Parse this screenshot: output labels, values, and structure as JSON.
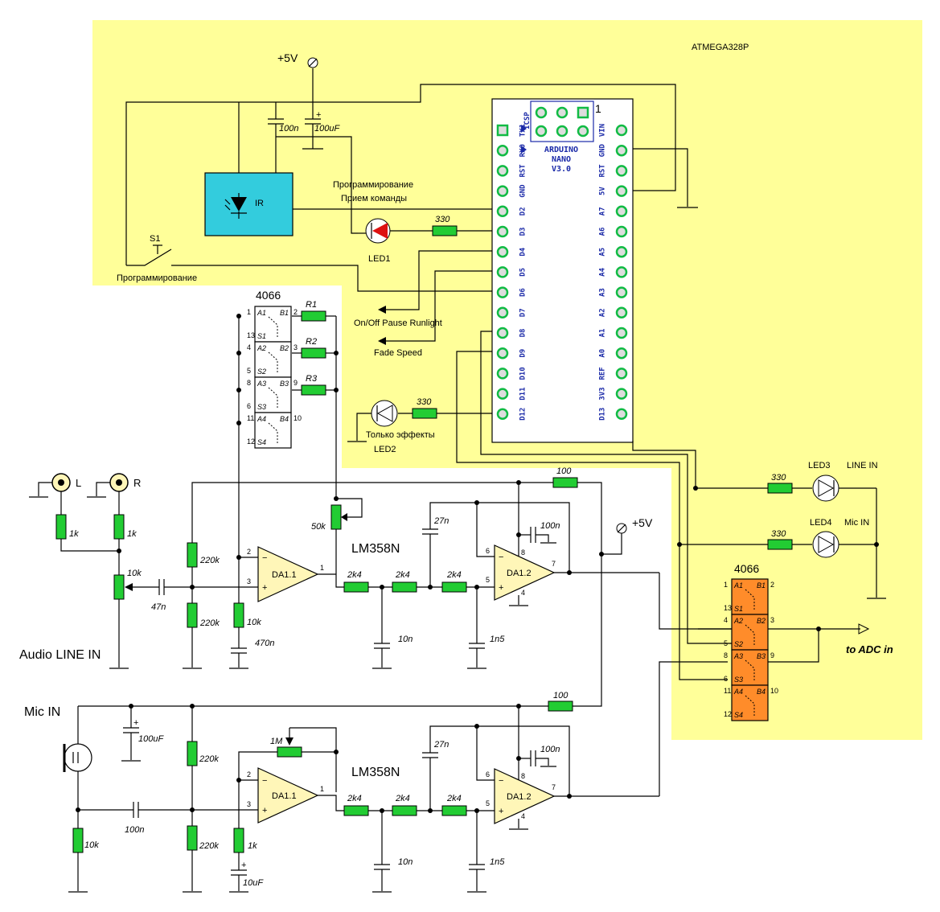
{
  "mcu": {
    "chip": "ATMEGA328P",
    "board_line1": "ARDUINO",
    "board_line2": "NANO",
    "board_line3": "V3.0",
    "icsp": "ICSP",
    "icsp_pin1": "1",
    "left_pins": [
      "TX1",
      "RX0",
      "RST",
      "GND",
      "D2",
      "D3",
      "D4",
      "D5",
      "D6",
      "D7",
      "D8",
      "D9",
      "D10",
      "D11",
      "D12"
    ],
    "right_pins": [
      "VIN",
      "GND",
      "RST",
      "5V",
      "A7",
      "A6",
      "A5",
      "A4",
      "A3",
      "A2",
      "A1",
      "A0",
      "REF",
      "3V3",
      "D13"
    ]
  },
  "top": {
    "vcc": "+5V",
    "c_100n": "100n",
    "c_100uF": "100uF",
    "plus": "+",
    "ir": "IR",
    "prog_line1": "Программирование",
    "prog_line2": "Прием команды",
    "led1": "LED1",
    "r_d3": "330",
    "s1": "S1",
    "s1_label": "Программирование",
    "out1": "On/Off Pause Runlight",
    "out2": "Fade Speed",
    "r_d12": "330",
    "led2_line1": "Только эффекты",
    "led2_line2": "LED2"
  },
  "switch1": {
    "name": "4066",
    "rows": [
      {
        "a": "A1",
        "b": "B1",
        "s": "S1",
        "p1": "1",
        "p2": "2",
        "p3": "13"
      },
      {
        "a": "A2",
        "b": "B2",
        "s": "S2",
        "p1": "4",
        "p2": "3",
        "p3": "5"
      },
      {
        "a": "A3",
        "b": "B3",
        "s": "S3",
        "p1": "8",
        "p2": "9",
        "p3": "6"
      },
      {
        "a": "A4",
        "b": "B4",
        "s": "S4",
        "p1": "11",
        "p2": "10",
        "p3": "12"
      }
    ],
    "r1": "R1",
    "r2": "R2",
    "r3": "R3"
  },
  "switch2": {
    "name": "4066",
    "rows": [
      {
        "a": "A1",
        "b": "B1",
        "s": "S1",
        "p1": "1",
        "p2": "2",
        "p3": "13"
      },
      {
        "a": "A2",
        "b": "B2",
        "s": "S2",
        "p1": "4",
        "p2": "3",
        "p3": "5"
      },
      {
        "a": "A3",
        "b": "B3",
        "s": "S3",
        "p1": "8",
        "p2": "9",
        "p3": "6"
      },
      {
        "a": "A4",
        "b": "B4",
        "s": "S4",
        "p1": "11",
        "p2": "10",
        "p3": "12"
      }
    ]
  },
  "line": {
    "jack_l": "L",
    "jack_r": "R",
    "r_l": "1k",
    "r_r": "1k",
    "pot": "10k",
    "c_in": "47n",
    "r_top": "220k",
    "r_bot": "220k",
    "r_fb": "10k",
    "c_fb": "470n",
    "trim": "50k",
    "ic": "LM358N",
    "u1": "DA1.1",
    "u2": "DA1.2",
    "p2": "2",
    "p3": "3",
    "p1": "1",
    "p6": "6",
    "p5": "5",
    "p7": "7",
    "p8": "8",
    "p4": "4",
    "r_f1": "2k4",
    "r_f2": "2k4",
    "r_f3": "2k4",
    "c_27": "27n",
    "c_10": "10n",
    "c_1n5": "1n5",
    "r_100": "100",
    "c_dec": "100n",
    "label": "Audio LINE IN"
  },
  "mic": {
    "label": "Mic IN",
    "c_bulk": "100uF",
    "r_bias": "10k",
    "c_in": "100n",
    "r_top": "220k",
    "r_bot": "220k",
    "pot": "1M",
    "r_g": "1k",
    "c_g": "10uF",
    "ic": "LM358N",
    "u1": "DA1.1",
    "u2": "DA1.2",
    "p2": "2",
    "p3": "3",
    "p1": "1",
    "p6": "6",
    "p5": "5",
    "p7": "7",
    "p8": "8",
    "p4": "4",
    "r_f1": "2k4",
    "r_f2": "2k4",
    "r_f3": "2k4",
    "c_27": "27n",
    "c_10": "10n",
    "c_1n5": "1n5",
    "r_100": "100",
    "c_dec": "100n"
  },
  "right": {
    "vcc": "+5V",
    "r_led3": "330",
    "led3": "LED3",
    "led3_text": "LINE IN",
    "r_led4": "330",
    "led4": "LED4",
    "led4_text": "Mic IN",
    "adc": "to ADC in"
  },
  "colors": {
    "bg_yellow": "#ffff99",
    "resistor": "#22cc33",
    "ir_box": "#33ccdd",
    "switch2": "#ff8c2a",
    "opamp": "#fff6b8",
    "led1": "#dd1111"
  }
}
